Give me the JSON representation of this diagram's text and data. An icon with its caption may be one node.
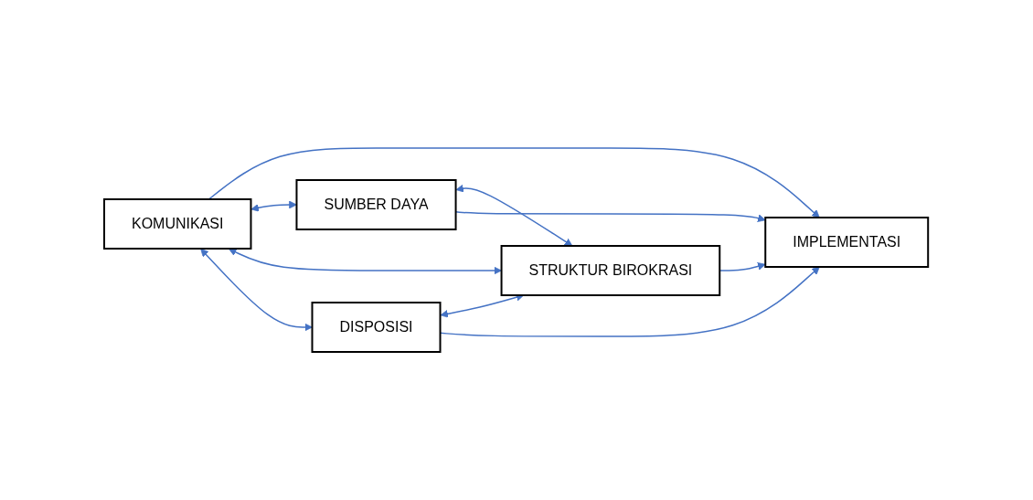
{
  "diagram": {
    "nodes": [
      {
        "text": [
          "KOMUNIKASI"
        ]
      },
      {
        "text": [
          "SUMBER DAYA"
        ]
      },
      {
        "text": [
          "DISPOSISI"
        ]
      },
      {
        "text": [
          "IMPLEMENTASI"
        ]
      },
      {
        "text": [
          "STRUKTUR BIROKRASI"
        ]
      }
    ],
    "edges": [
      {
        "from": 0,
        "to": 3,
        "arrow": "to"
      },
      {
        "from": 0,
        "to": 1,
        "arrow": "both"
      },
      {
        "from": 0,
        "to": 4,
        "arrow": "both"
      },
      {
        "from": 0,
        "to": 2,
        "arrow": "both"
      },
      {
        "from": 1,
        "to": 4,
        "arrow": "both"
      },
      {
        "from": 2,
        "to": 4,
        "arrow": "both"
      },
      {
        "from": 1,
        "to": 3,
        "arrow": "to"
      },
      {
        "from": 2,
        "to": 3,
        "arrow": "to"
      },
      {
        "from": 4,
        "to": 3,
        "arrow": "to"
      }
    ]
  }
}
